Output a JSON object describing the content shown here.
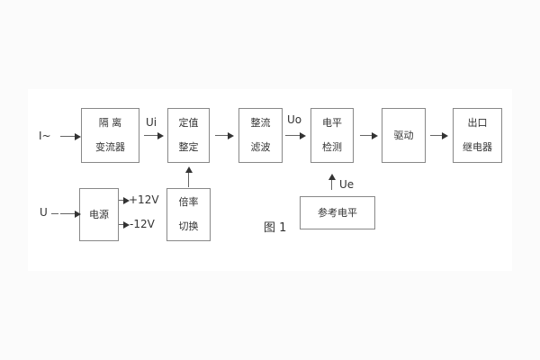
{
  "figure": {
    "caption": "图 1"
  },
  "blocks": {
    "isolation_transformer": {
      "line1": "隔 离",
      "line2": "变流器"
    },
    "setpoint": {
      "line1": "定值",
      "line2": "整定"
    },
    "rectifier_filter": {
      "line1": "整流",
      "line2": "滤波"
    },
    "level_detector": {
      "line1": "电平",
      "line2": "检测"
    },
    "driver": {
      "line1": "驱动"
    },
    "output_relay": {
      "line1": "出口",
      "line2": "继电器"
    },
    "power_supply": {
      "line1": "电源"
    },
    "ratio_switch": {
      "line1": "倍率",
      "line2": "切换"
    },
    "reference_level": {
      "line1": "参考电平"
    }
  },
  "signals": {
    "input_current": "I~",
    "ui": "Ui",
    "uo": "Uo",
    "ue": "Ue",
    "plus_rail": "+12V",
    "minus_rail": "-12V",
    "input_voltage": "U"
  },
  "colors": {
    "page_background": "#fbfbfb",
    "sheet_background": "#ffffff",
    "box_border": "#888888",
    "arrow_head": "#333333",
    "line": "#666666",
    "text": "#333333"
  }
}
